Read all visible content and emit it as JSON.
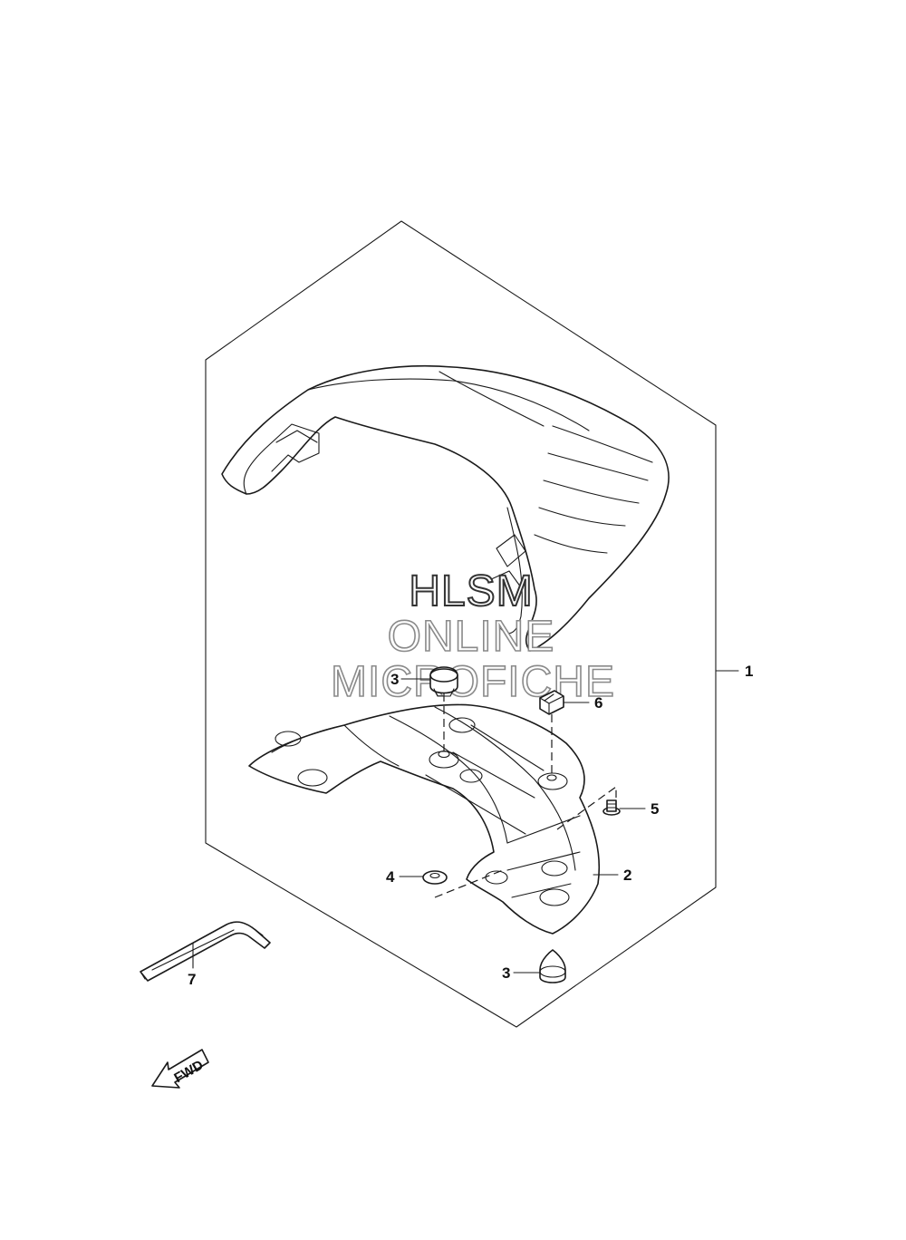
{
  "callouts": [
    {
      "id": "c1",
      "number": "1"
    },
    {
      "id": "c2",
      "number": "2"
    },
    {
      "id": "c3a",
      "number": "3"
    },
    {
      "id": "c3b",
      "number": "3"
    },
    {
      "id": "c4",
      "number": "4"
    },
    {
      "id": "c5",
      "number": "5"
    },
    {
      "id": "c6",
      "number": "6"
    },
    {
      "id": "c7",
      "number": "7"
    }
  ],
  "watermark": {
    "line1": "HLSM",
    "line2": "ONLINE",
    "line3": "MICROFICHE"
  },
  "direction_arrow": {
    "label": "FWD"
  }
}
